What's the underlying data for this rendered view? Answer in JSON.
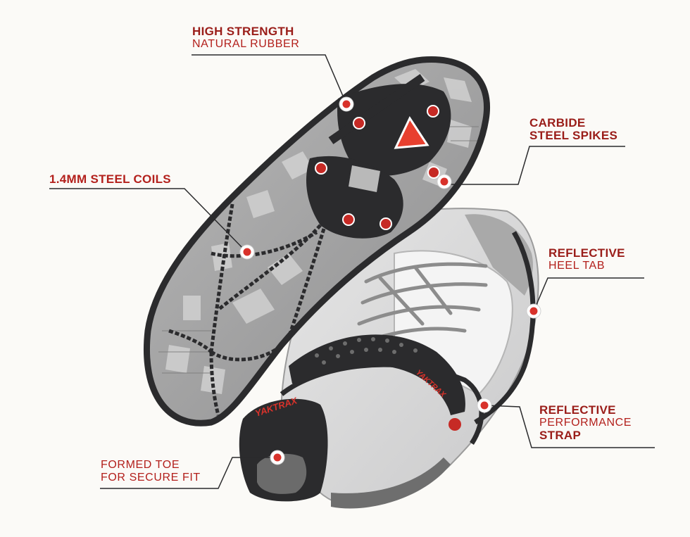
{
  "brand": "YAKTRAX",
  "colors": {
    "accent": "#b3201c",
    "marker": "#d8322b",
    "rubber": "#2b2b2d",
    "sole": "#9a9a9b",
    "background": "#fbfaf7"
  },
  "callouts": [
    {
      "id": "high-strength",
      "line1": "HIGH STRENGTH",
      "line2": "NATURAL RUBBER",
      "line3": ""
    },
    {
      "id": "carbide",
      "line1": "CARBIDE",
      "line2": "STEEL SPIKES",
      "line3": ""
    },
    {
      "id": "coils",
      "line1": "1.4MM STEEL COILS",
      "line2": "",
      "line3": ""
    },
    {
      "id": "heel-tab",
      "line1": "REFLECTIVE",
      "line2": "HEEL TAB",
      "line3": ""
    },
    {
      "id": "strap",
      "line1": "REFLECTIVE",
      "line2": "PERFORMANCE",
      "line3": "STRAP"
    },
    {
      "id": "toe",
      "line1": "FORMED TOE",
      "line2": "FOR SECURE FIT",
      "line3": ""
    }
  ]
}
